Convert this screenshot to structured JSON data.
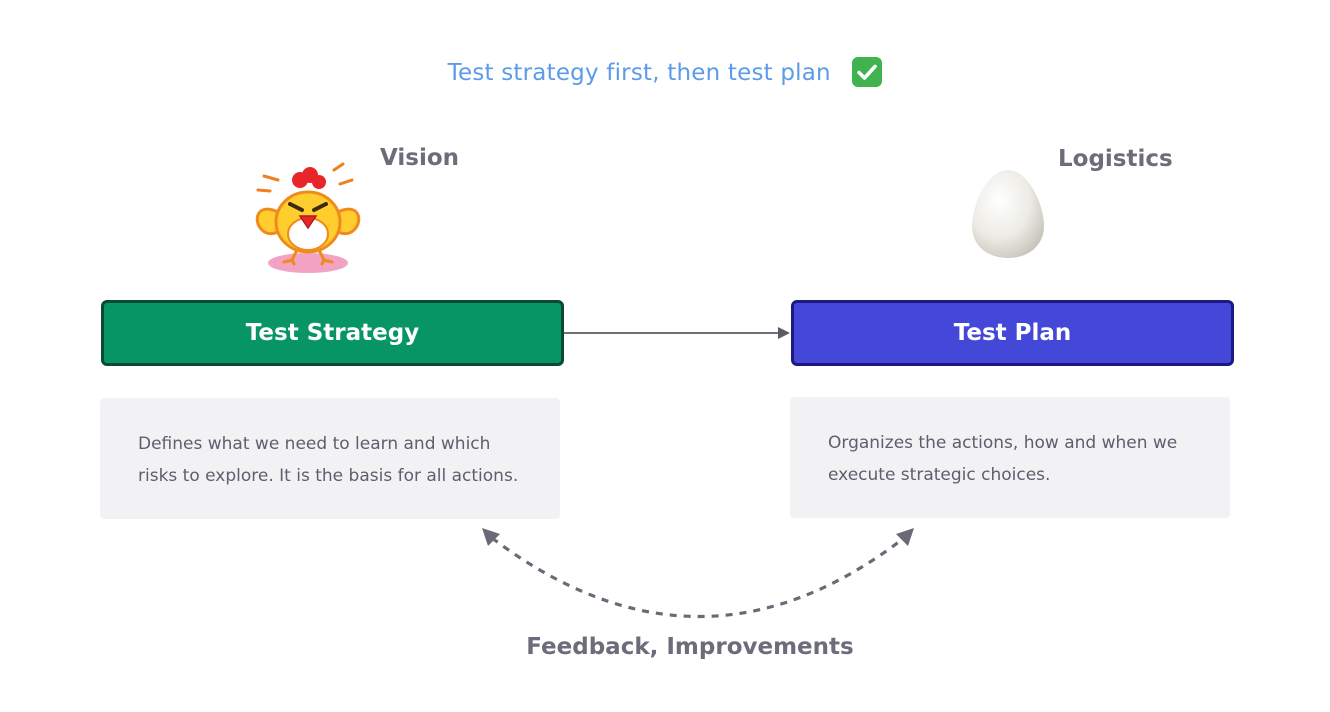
{
  "headline": {
    "text": "Test strategy first, then test plan",
    "icon": "check-mark-icon"
  },
  "strategy": {
    "label": "Vision",
    "box_label": "Test Strategy",
    "description": "Defines what we need to learn and which risks to explore. It is the basis for all actions.",
    "illustration": "chicken-icon"
  },
  "plan": {
    "label": "Logistics",
    "box_label": "Test Plan",
    "description": "Organizes the actions, how and when we execute strategic choices.",
    "illustration": "egg-icon"
  },
  "feedback_label": "Feedback, Improvements",
  "colors": {
    "strategy_fill": "#079566",
    "plan_fill": "#4348d8",
    "headline": "#5b9bea",
    "text_muted": "#6c6c7a"
  }
}
